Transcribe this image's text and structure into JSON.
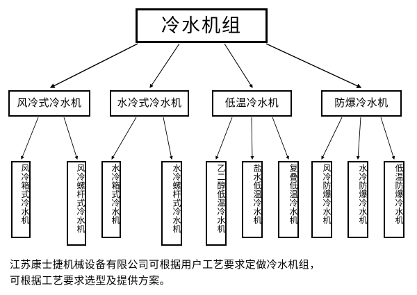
{
  "diagram": {
    "type": "tree-hierarchy",
    "root": {
      "label": "冷水机组"
    },
    "level2": [
      {
        "label": "风冷式冷水机"
      },
      {
        "label": "水冷式冷水机"
      },
      {
        "label": "低温冷水机"
      },
      {
        "label": "防爆冷水机"
      }
    ],
    "leaves": [
      {
        "label": "风冷箱式冷水机",
        "parent": "风冷式冷水机"
      },
      {
        "label": "风冷螺杆式冷水机",
        "parent": "风冷式冷水机"
      },
      {
        "label": "水冷箱式冷水机",
        "parent": "水冷式冷水机"
      },
      {
        "label": "水冷螺杆式冷水机",
        "parent": "水冷式冷水机"
      },
      {
        "label": "乙二醇低温冷水机",
        "parent": "低温冷水机"
      },
      {
        "label": "盐水低温冷水机",
        "parent": "低温冷水机"
      },
      {
        "label": "复叠低温冷水机",
        "parent": "低温冷水机"
      },
      {
        "label": "风冷防爆冷水机",
        "parent": "防爆冷水机"
      },
      {
        "label": "水冷防爆冷水机",
        "parent": "防爆冷水机"
      },
      {
        "label": "低温防爆冷水机",
        "parent": "防爆冷水机"
      }
    ]
  },
  "caption": {
    "line1": "江苏康士捷机械设备有限公司可根据用户工艺要求定做冷水机组，",
    "line2": "可根据工艺要求选型及提供方案。"
  },
  "colors": {
    "background": "#ffffff",
    "border": "#000000",
    "text": "#000000",
    "connector": "#000000"
  }
}
